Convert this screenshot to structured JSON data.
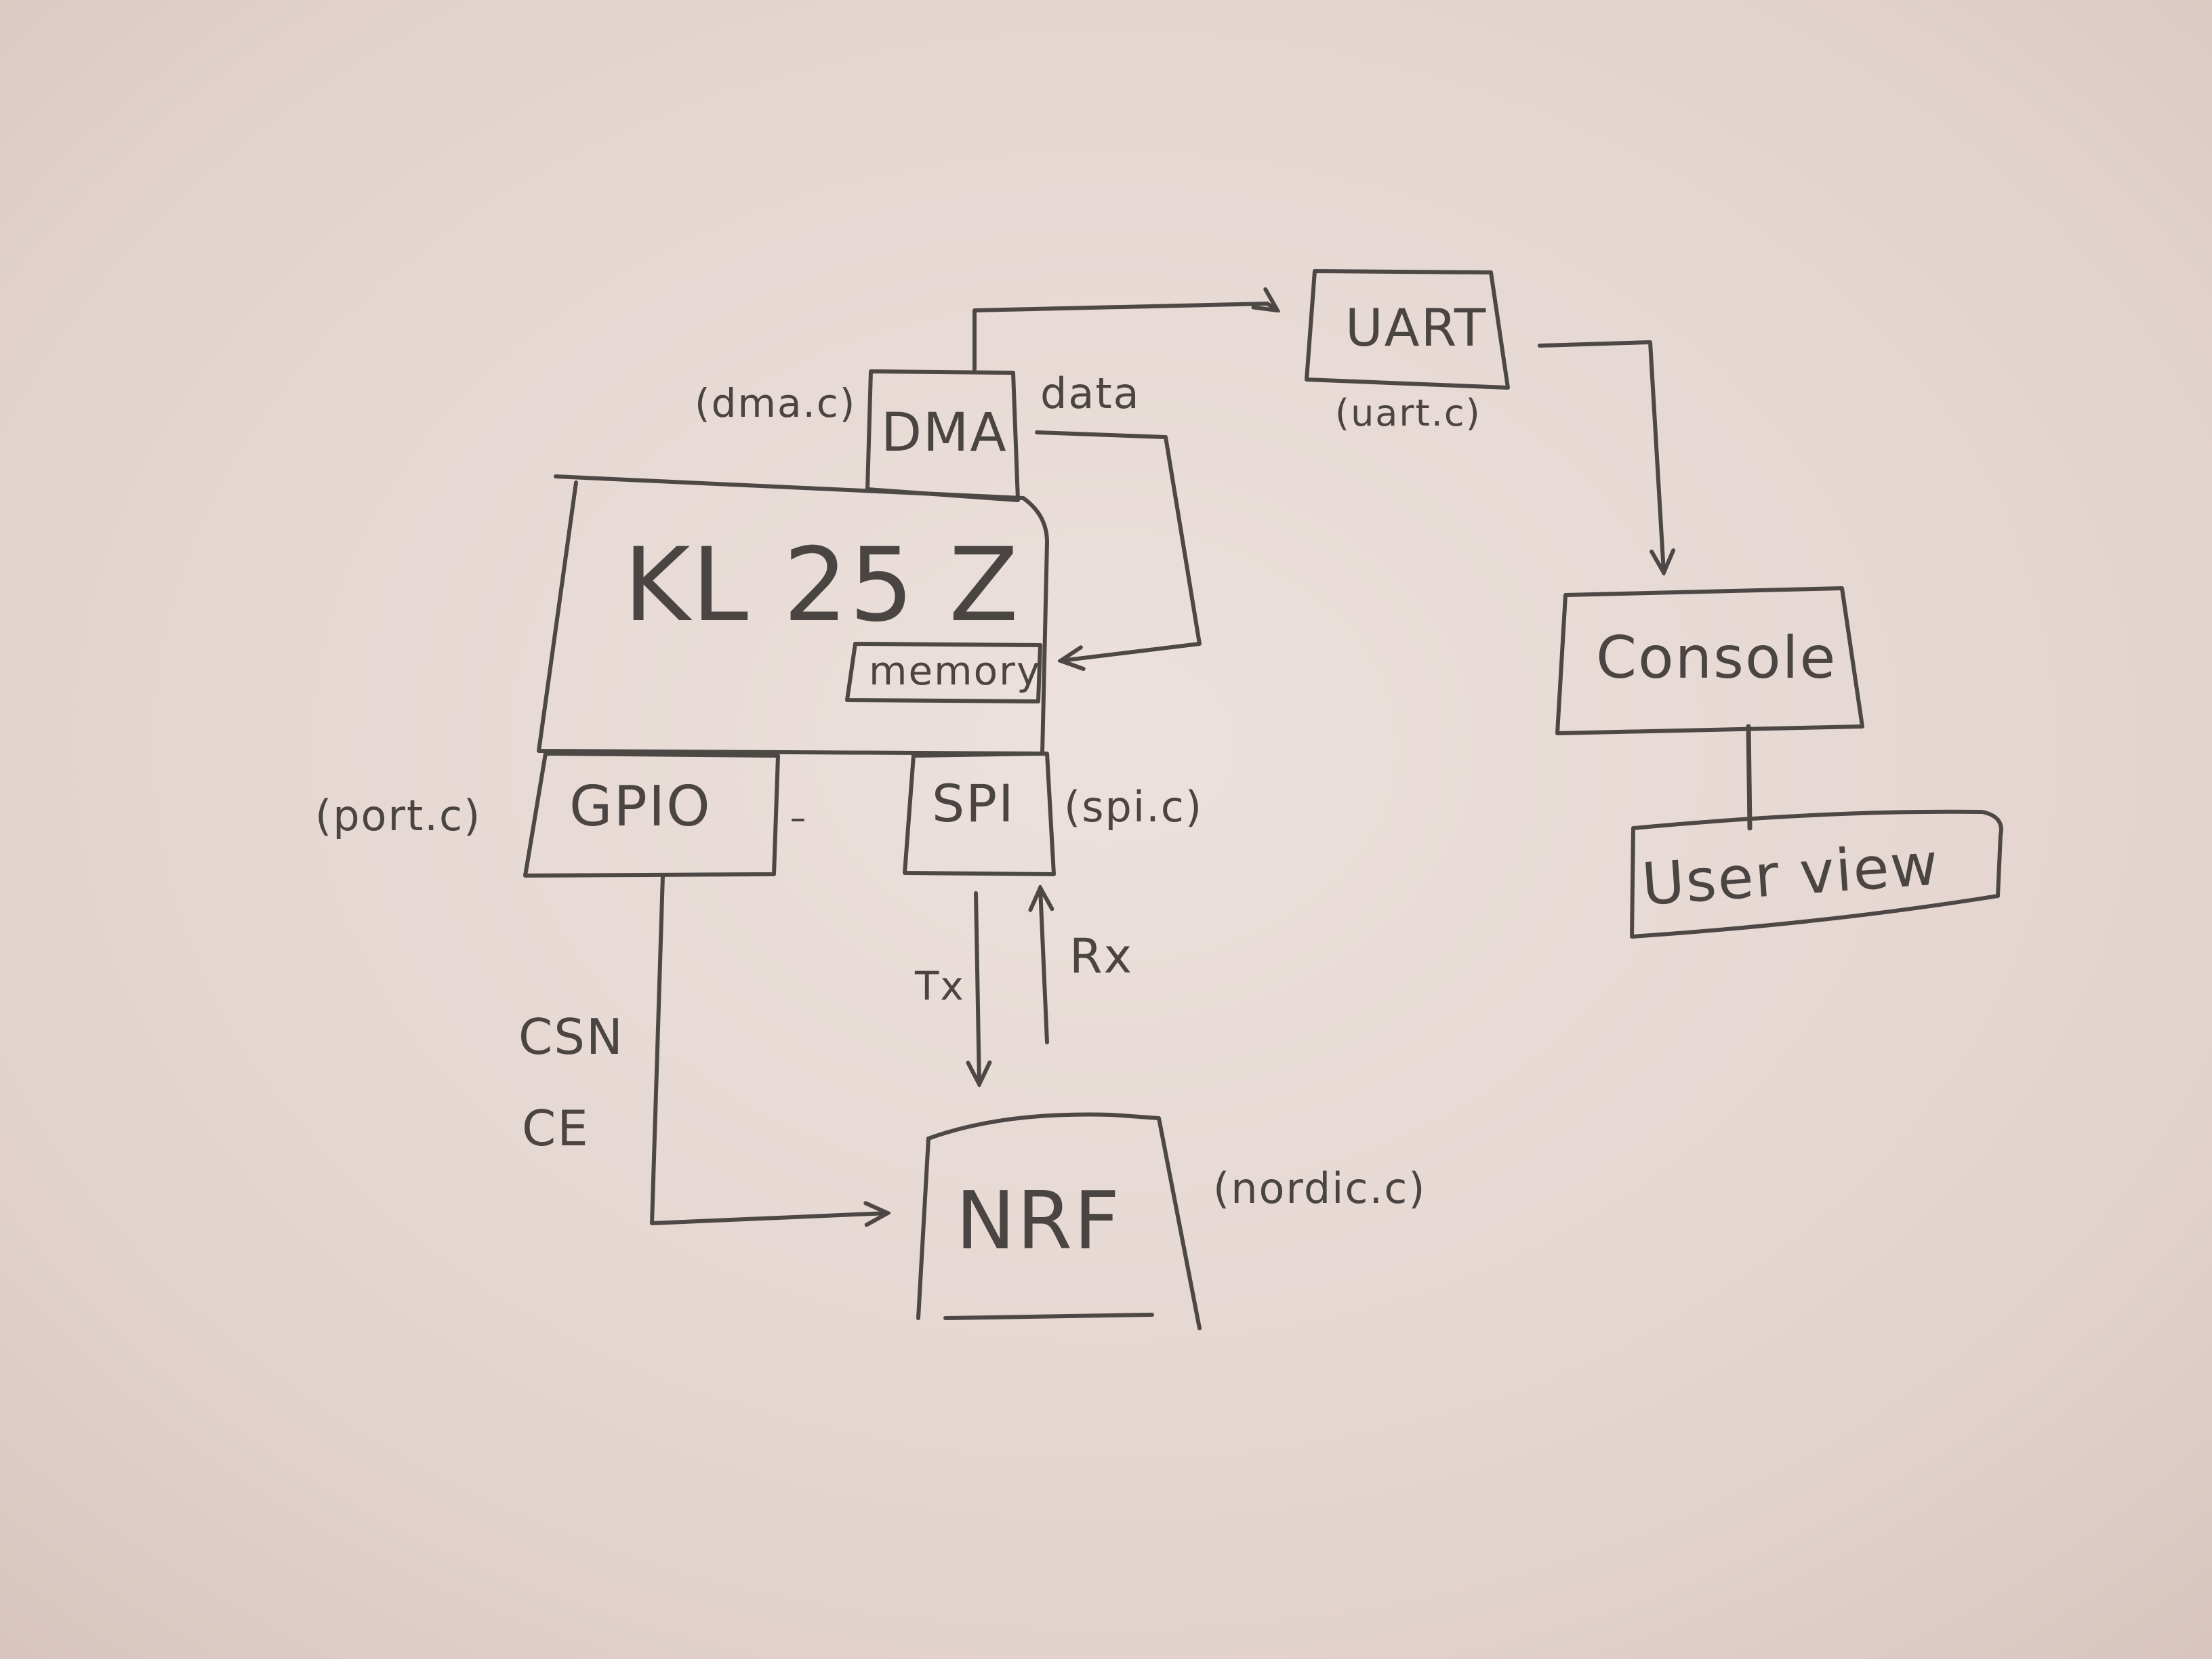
{
  "diagram": {
    "blocks": {
      "kl25z": {
        "label": "KL 25 Z"
      },
      "memory": {
        "label": "memory"
      },
      "dma": {
        "label": "DMA",
        "file": "(dma.c)"
      },
      "gpio": {
        "label": "GPIO",
        "file": "(port.c)"
      },
      "spi": {
        "label": "SPI",
        "file": "(spi.c)"
      },
      "nrf": {
        "label": "NRF",
        "file": "(nordic.c)"
      },
      "uart": {
        "label": "UART",
        "file": "(uart.c)"
      },
      "console": {
        "label": "Console"
      },
      "user_view": {
        "label": "User view"
      }
    },
    "edge_labels": {
      "data": "data",
      "tx": "Tx",
      "rx": "Rx",
      "csn": "CSN",
      "ce": "CE"
    }
  }
}
